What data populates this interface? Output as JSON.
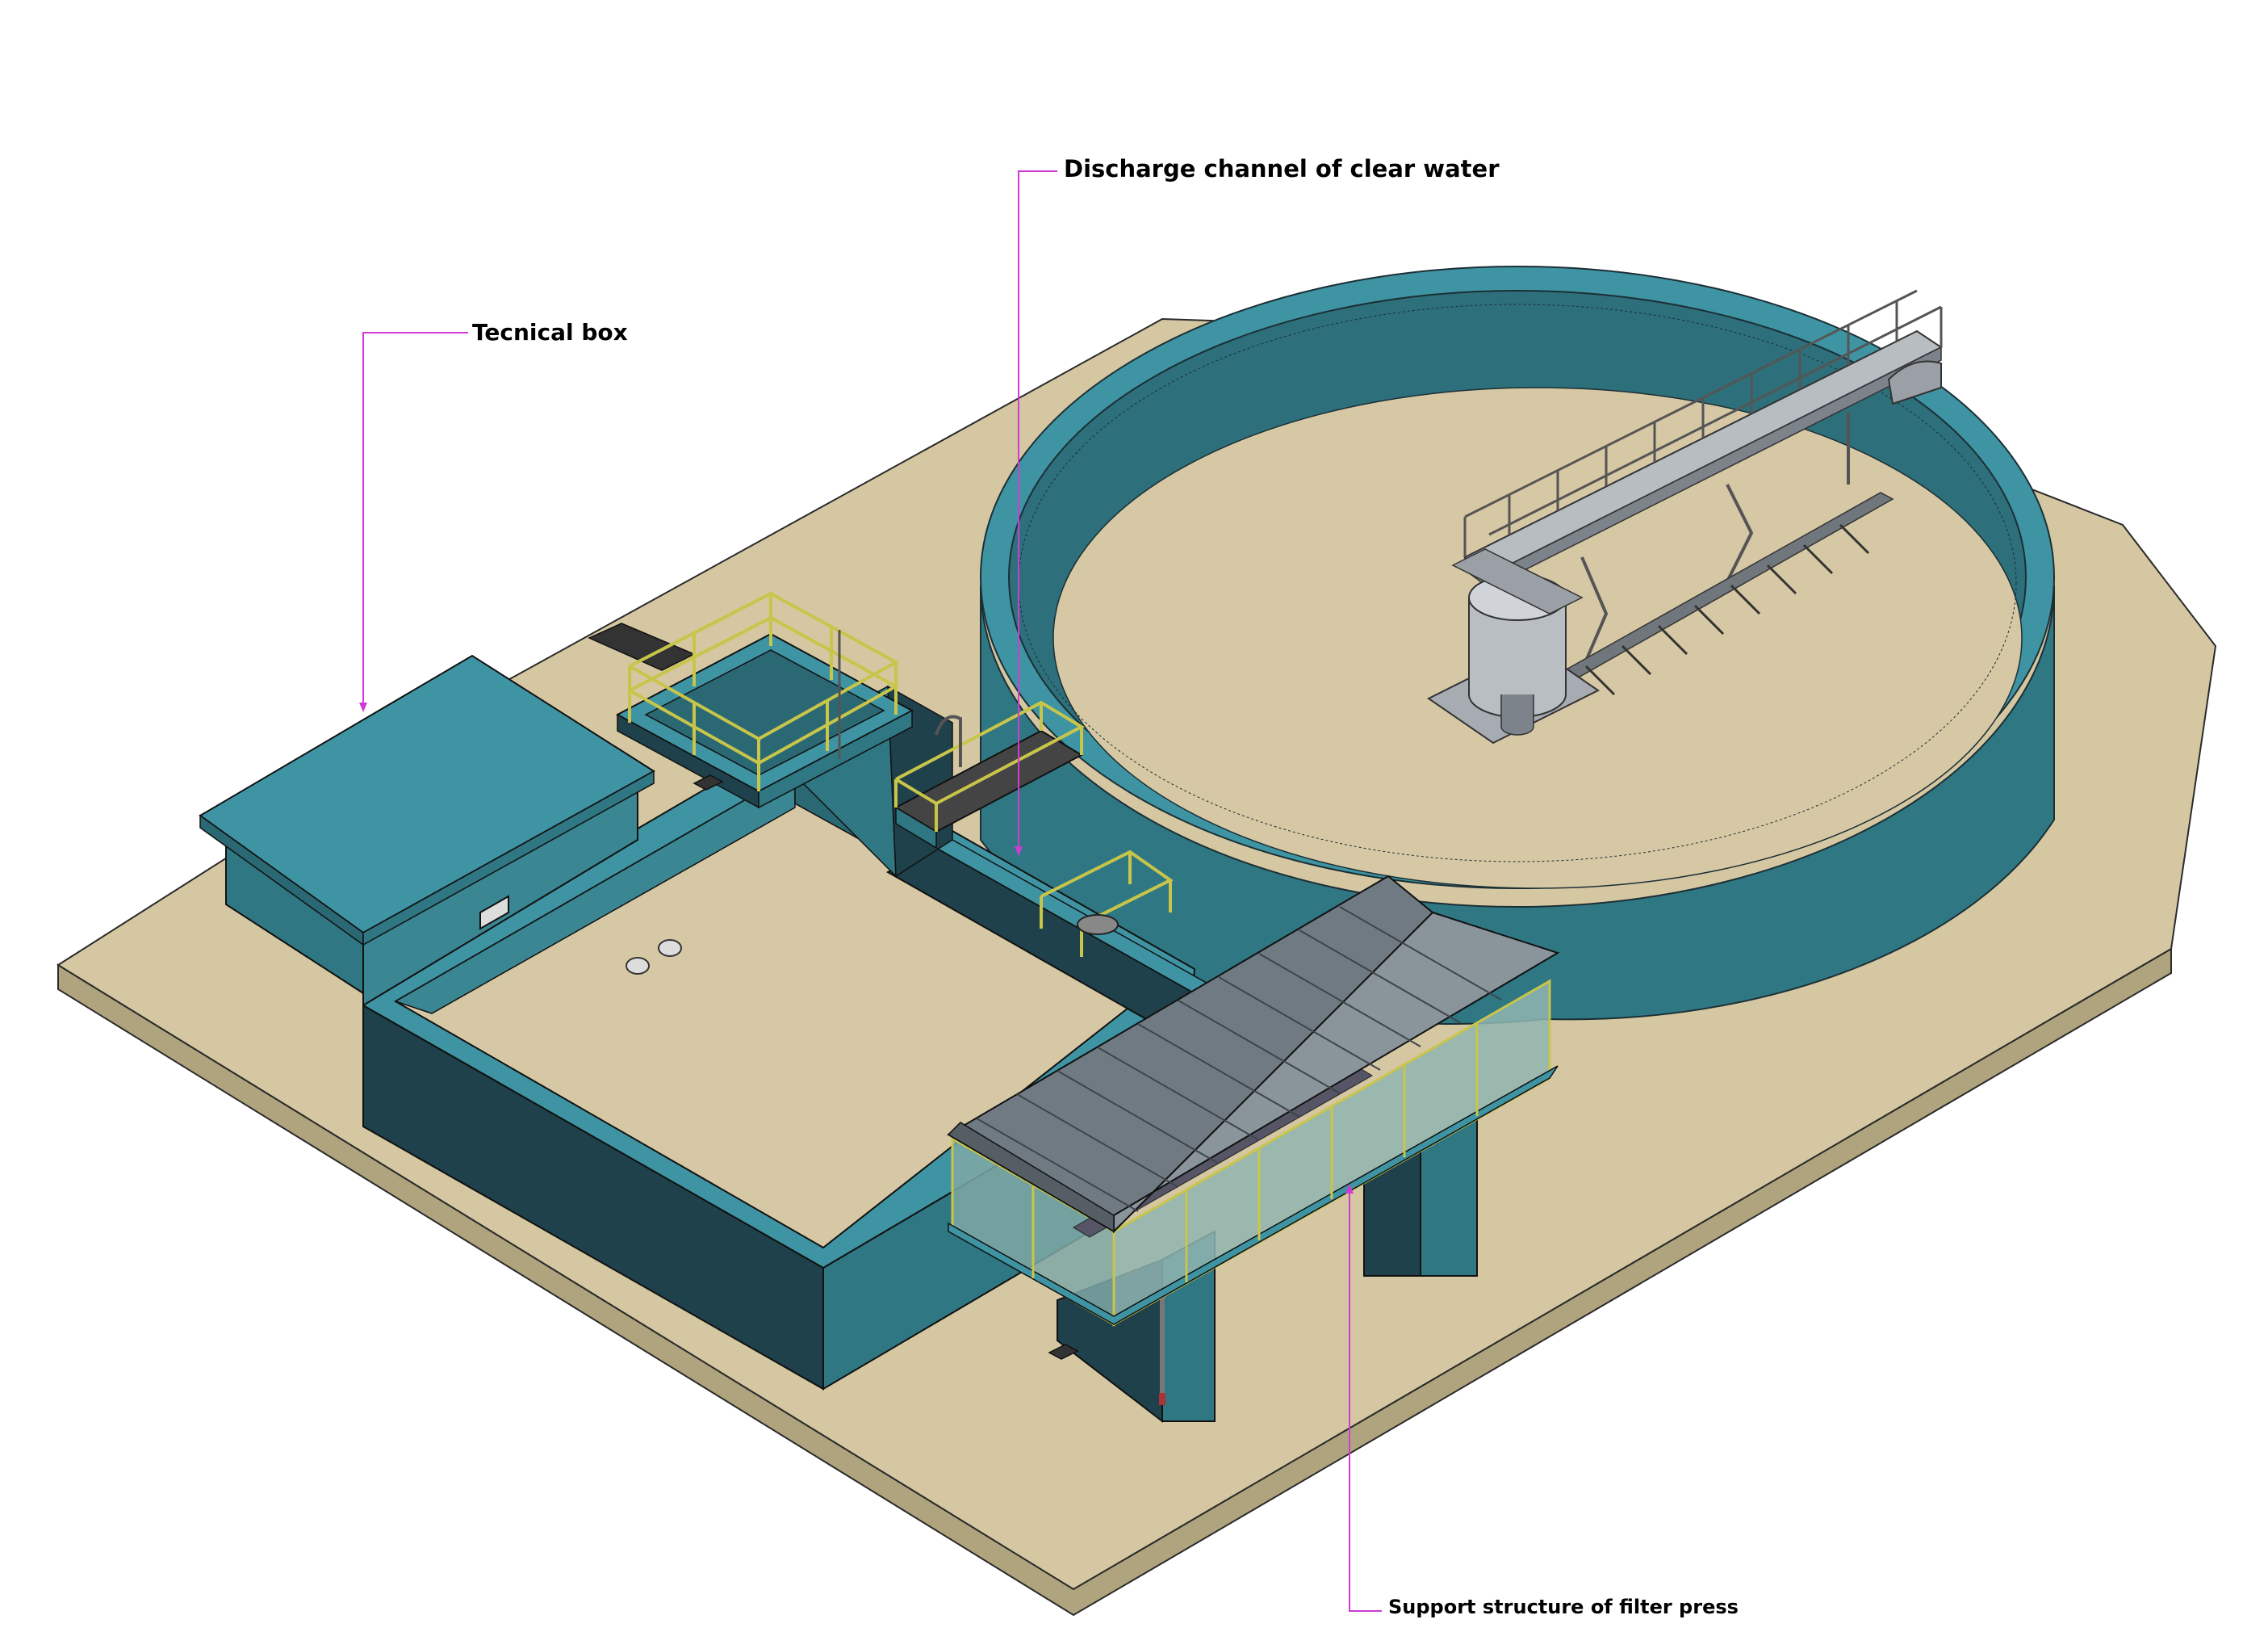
{
  "labels": {
    "technical_box": "Tecnical box",
    "discharge_channel": "Discharge channel of clear water",
    "support_structure": "Support structure of filter press"
  },
  "colors": {
    "ground_top": "#d4c7a2",
    "ground_side": "#b0a47e",
    "teal_light": "#3f94a3",
    "teal_mid": "#2f7783",
    "teal_dark": "#1f414b",
    "tan_floor": "#d6c8a4",
    "steel": "#9aa0a6",
    "yellow_rail": "#c8c54a",
    "leader_line": "#d03cd3",
    "roof": "#6f7a82"
  }
}
